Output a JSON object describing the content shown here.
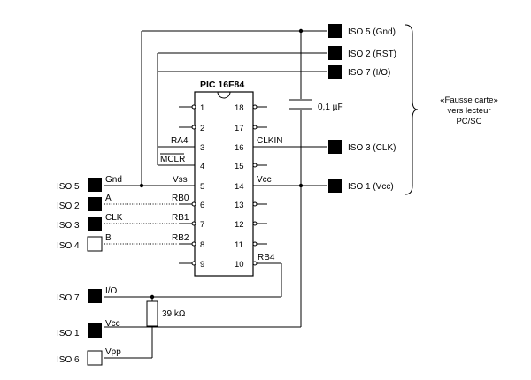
{
  "chip": {
    "name": "PIC 16F84",
    "left_pins": [
      {
        "num": "1",
        "label": ""
      },
      {
        "num": "2",
        "label": ""
      },
      {
        "num": "3",
        "label": "RA4"
      },
      {
        "num": "4",
        "label": "MCLR"
      },
      {
        "num": "5",
        "label": "Vss"
      },
      {
        "num": "6",
        "label": "RB0"
      },
      {
        "num": "7",
        "label": "RB1"
      },
      {
        "num": "8",
        "label": "RB2"
      },
      {
        "num": "9",
        "label": ""
      }
    ],
    "right_pins": [
      {
        "num": "18",
        "label": ""
      },
      {
        "num": "17",
        "label": ""
      },
      {
        "num": "16",
        "label": "CLKIN"
      },
      {
        "num": "15",
        "label": ""
      },
      {
        "num": "14",
        "label": "Vcc"
      },
      {
        "num": "13",
        "label": ""
      },
      {
        "num": "12",
        "label": ""
      },
      {
        "num": "11",
        "label": ""
      },
      {
        "num": "10",
        "label": "RB4"
      }
    ]
  },
  "left_connectors": [
    {
      "label": "ISO 5",
      "signal": "Gnd",
      "filled": true
    },
    {
      "label": "ISO 2",
      "signal": "A",
      "filled": true
    },
    {
      "label": "ISO 3",
      "signal": "CLK",
      "filled": true
    },
    {
      "label": "ISO 4",
      "signal": "B",
      "filled": false
    }
  ],
  "right_connectors": [
    {
      "label": "ISO 5 (Gnd)",
      "filled": true
    },
    {
      "label": "ISO 2 (RST)",
      "filled": true
    },
    {
      "label": "ISO 7 (I/O)",
      "filled": true
    },
    {
      "label": "ISO 3 (CLK)",
      "filled": true
    },
    {
      "label": "ISO 1 (Vcc)",
      "filled": true
    }
  ],
  "bottom_connectors": [
    {
      "label": "ISO 7",
      "signal": "I/O",
      "filled": true
    },
    {
      "label": "ISO 1",
      "signal": "Vcc",
      "filled": true
    },
    {
      "label": "ISO 6",
      "signal": "Vpp",
      "filled": false
    }
  ],
  "capacitor": {
    "value": "0,1 µF"
  },
  "resistor": {
    "value": "39 kΩ"
  },
  "note": [
    "«Fausse carte»",
    "vers lecteur",
    "PC/SC"
  ]
}
